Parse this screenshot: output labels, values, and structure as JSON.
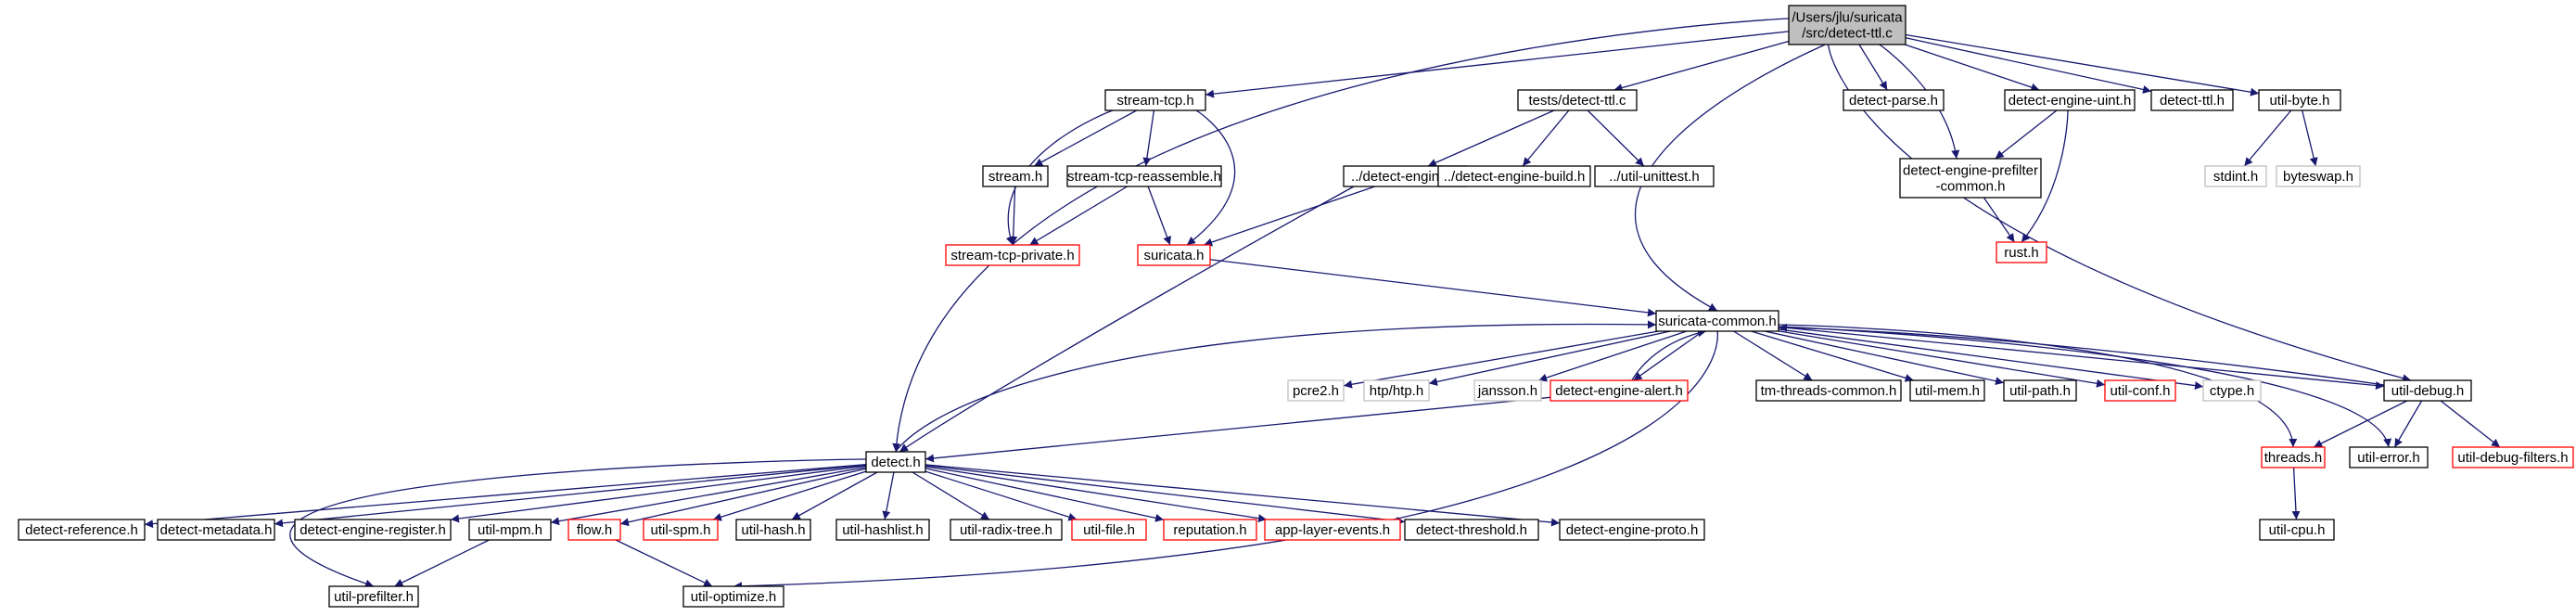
{
  "colors": {
    "edge": "#191970",
    "border_normal": "#000000",
    "border_truncated": "#ff0000",
    "border_external": "#bfbfbf",
    "fill_root": "#bfbfbf",
    "fill_default": "#ffffff",
    "text": "#000000"
  },
  "nodes": [
    {
      "id": "root",
      "lines": [
        "/Users/jlu/suricata",
        "/src/detect-ttl.c"
      ],
      "kind": "root"
    },
    {
      "id": "stream_tcp",
      "lines": [
        "stream-tcp.h"
      ],
      "kind": "normal"
    },
    {
      "id": "tests_detect_ttl",
      "lines": [
        "tests/detect-ttl.c"
      ],
      "kind": "normal"
    },
    {
      "id": "detect_parse",
      "lines": [
        "detect-parse.h"
      ],
      "kind": "normal"
    },
    {
      "id": "detect_engine_uint",
      "lines": [
        "detect-engine-uint.h"
      ],
      "kind": "normal"
    },
    {
      "id": "detect_ttl_h",
      "lines": [
        "detect-ttl.h"
      ],
      "kind": "normal"
    },
    {
      "id": "util_byte",
      "lines": [
        "util-byte.h"
      ],
      "kind": "normal"
    },
    {
      "id": "stream_h",
      "lines": [
        "stream.h"
      ],
      "kind": "normal"
    },
    {
      "id": "stream_tcp_reassemble",
      "lines": [
        "stream-tcp-reassemble.h"
      ],
      "kind": "normal"
    },
    {
      "id": "dd_detect_engine",
      "lines": [
        "../detect-engine.h"
      ],
      "kind": "normal"
    },
    {
      "id": "dd_detect_engine_build",
      "lines": [
        "../detect-engine-build.h"
      ],
      "kind": "normal"
    },
    {
      "id": "dd_util_unittest",
      "lines": [
        "../util-unittest.h"
      ],
      "kind": "normal"
    },
    {
      "id": "detect_engine_prefilter_common",
      "lines": [
        "detect-engine-prefilter",
        "-common.h"
      ],
      "kind": "normal"
    },
    {
      "id": "stdint",
      "lines": [
        "stdint.h"
      ],
      "kind": "external"
    },
    {
      "id": "byteswap",
      "lines": [
        "byteswap.h"
      ],
      "kind": "external"
    },
    {
      "id": "stream_tcp_private",
      "lines": [
        "stream-tcp-private.h"
      ],
      "kind": "truncated"
    },
    {
      "id": "suricata_h",
      "lines": [
        "suricata.h"
      ],
      "kind": "truncated"
    },
    {
      "id": "rust_h",
      "lines": [
        "rust.h"
      ],
      "kind": "truncated"
    },
    {
      "id": "suricata_common",
      "lines": [
        "suricata-common.h"
      ],
      "kind": "normal"
    },
    {
      "id": "pcre2",
      "lines": [
        "pcre2.h"
      ],
      "kind": "external"
    },
    {
      "id": "htp",
      "lines": [
        "htp/htp.h"
      ],
      "kind": "external"
    },
    {
      "id": "jansson",
      "lines": [
        "jansson.h"
      ],
      "kind": "external"
    },
    {
      "id": "detect_engine_alert",
      "lines": [
        "detect-engine-alert.h"
      ],
      "kind": "truncated"
    },
    {
      "id": "tm_threads_common",
      "lines": [
        "tm-threads-common.h"
      ],
      "kind": "normal"
    },
    {
      "id": "util_mem",
      "lines": [
        "util-mem.h"
      ],
      "kind": "normal"
    },
    {
      "id": "util_path",
      "lines": [
        "util-path.h"
      ],
      "kind": "normal"
    },
    {
      "id": "util_conf",
      "lines": [
        "util-conf.h"
      ],
      "kind": "truncated"
    },
    {
      "id": "ctype",
      "lines": [
        "ctype.h"
      ],
      "kind": "external"
    },
    {
      "id": "util_debug",
      "lines": [
        "util-debug.h"
      ],
      "kind": "normal"
    },
    {
      "id": "threads_h",
      "lines": [
        "threads.h"
      ],
      "kind": "truncated"
    },
    {
      "id": "util_error",
      "lines": [
        "util-error.h"
      ],
      "kind": "normal"
    },
    {
      "id": "util_debug_filters",
      "lines": [
        "util-debug-filters.h"
      ],
      "kind": "truncated"
    },
    {
      "id": "util_cpu",
      "lines": [
        "util-cpu.h"
      ],
      "kind": "normal"
    },
    {
      "id": "detect_h",
      "lines": [
        "detect.h"
      ],
      "kind": "normal"
    },
    {
      "id": "detect_reference",
      "lines": [
        "detect-reference.h"
      ],
      "kind": "normal"
    },
    {
      "id": "detect_metadata",
      "lines": [
        "detect-metadata.h"
      ],
      "kind": "normal"
    },
    {
      "id": "detect_engine_register",
      "lines": [
        "detect-engine-register.h"
      ],
      "kind": "normal"
    },
    {
      "id": "util_mpm",
      "lines": [
        "util-mpm.h"
      ],
      "kind": "normal"
    },
    {
      "id": "flow_h",
      "lines": [
        "flow.h"
      ],
      "kind": "truncated"
    },
    {
      "id": "util_spm",
      "lines": [
        "util-spm.h"
      ],
      "kind": "truncated"
    },
    {
      "id": "util_hash",
      "lines": [
        "util-hash.h"
      ],
      "kind": "normal"
    },
    {
      "id": "util_hashlist",
      "lines": [
        "util-hashlist.h"
      ],
      "kind": "normal"
    },
    {
      "id": "util_radix_tree",
      "lines": [
        "util-radix-tree.h"
      ],
      "kind": "normal"
    },
    {
      "id": "util_file",
      "lines": [
        "util-file.h"
      ],
      "kind": "truncated"
    },
    {
      "id": "reputation",
      "lines": [
        "reputation.h"
      ],
      "kind": "truncated"
    },
    {
      "id": "app_layer_events",
      "lines": [
        "app-layer-events.h"
      ],
      "kind": "truncated"
    },
    {
      "id": "detect_threshold",
      "lines": [
        "detect-threshold.h"
      ],
      "kind": "normal"
    },
    {
      "id": "detect_engine_proto",
      "lines": [
        "detect-engine-proto.h"
      ],
      "kind": "normal"
    },
    {
      "id": "util_prefilter",
      "lines": [
        "util-prefilter.h"
      ],
      "kind": "normal"
    },
    {
      "id": "util_optimize",
      "lines": [
        "util-optimize.h"
      ],
      "kind": "normal"
    }
  ]
}
